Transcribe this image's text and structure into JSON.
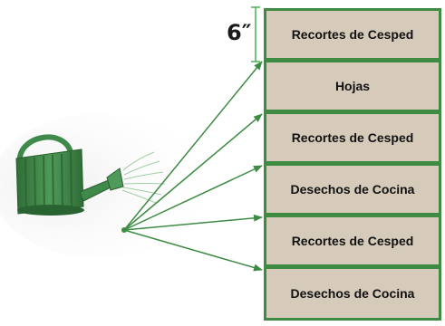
{
  "measurement": {
    "label": "6″"
  },
  "layers": [
    {
      "label": "Recortes de Cesped"
    },
    {
      "label": "Hojas"
    },
    {
      "label": "Recortes de Cesped"
    },
    {
      "label": "Desechos de Cocina"
    },
    {
      "label": "Recortes de Cesped"
    },
    {
      "label": "Desechos de Cocina"
    }
  ],
  "colors": {
    "layer_fill": "#d6cbbb",
    "layer_border": "#3e8c44",
    "arrow": "#3e8c44",
    "can_body": "#3f8a4a",
    "can_stripes": "#2f6d37",
    "bracket": "#4caf50",
    "label_text": "#1a1a1a"
  },
  "icons": {
    "watering_can": "watering-can-icon"
  }
}
